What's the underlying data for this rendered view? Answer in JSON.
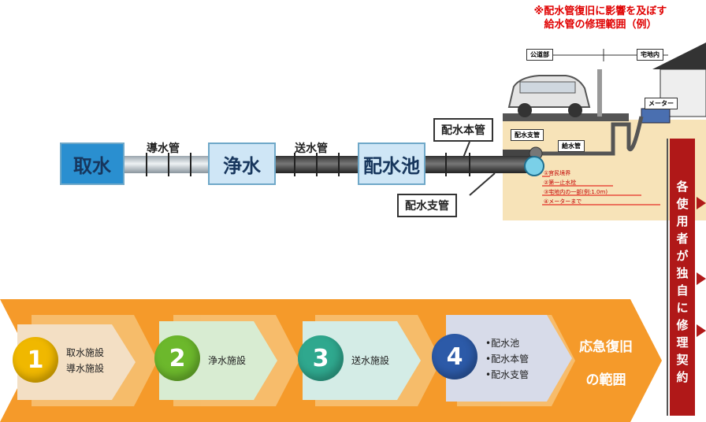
{
  "notice": {
    "line1": "※配水管復旧に影響を及ぼす",
    "line2": "給水管の修理範囲（例）"
  },
  "stages": [
    {
      "label": "取水",
      "color": "#2a8fd0"
    },
    {
      "label": "浄水",
      "color": "#cfe6f6"
    },
    {
      "label": "配水池",
      "color": "#cfe6f6"
    }
  ],
  "pipes": {
    "intake": "導水管",
    "transmission": "送水管"
  },
  "callouts": {
    "main": "配水本管",
    "branch": "配水支管"
  },
  "inset": {
    "road_label": "公道部",
    "house_label": "宅地内",
    "meter_label": "メーター",
    "main_pipe_label": "配水支管",
    "service_pipe_label": "給水管",
    "ranges": [
      "①官民境界",
      "②第一止水栓",
      "③宅地内の一部(例:1.0m)",
      "④メーターまで"
    ]
  },
  "steps": [
    {
      "num": "1",
      "lines": [
        "取水施設",
        "導水施設"
      ],
      "color": "#f0b800"
    },
    {
      "num": "2",
      "lines": [
        "浄水施設"
      ],
      "color": "#6cb82c"
    },
    {
      "num": "3",
      "lines": [
        "送水施設"
      ],
      "color": "#2fa88e"
    },
    {
      "num": "4",
      "lines": [
        "•配水池",
        "•配水本管",
        "•配水支管"
      ],
      "color": "#2c5aa8"
    }
  ],
  "emergency": {
    "line1": "応急復旧",
    "line2": "の範囲"
  },
  "vertical_note": "各使用者が独自に修理契約"
}
